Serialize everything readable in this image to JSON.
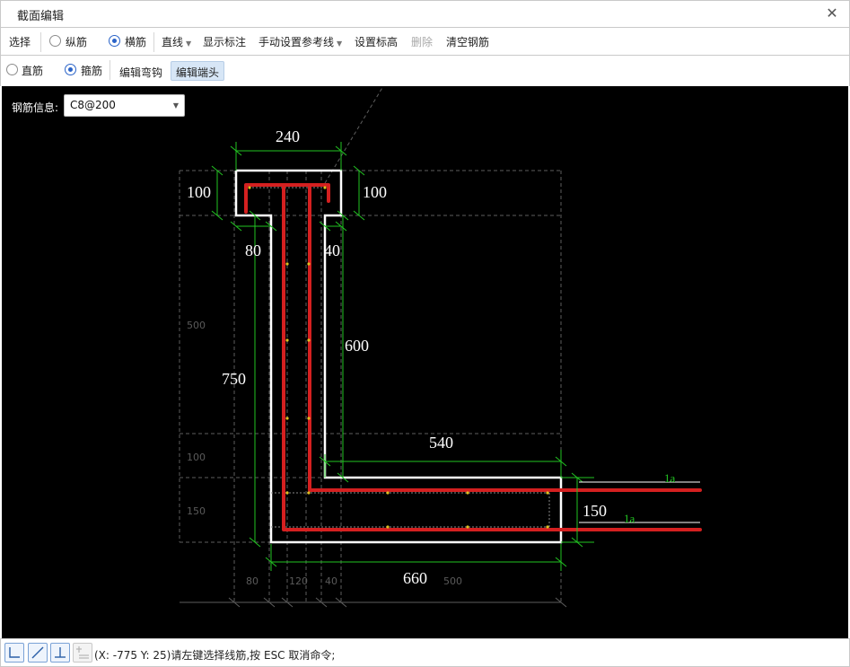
{
  "window": {
    "title": "截面编辑",
    "close_label": "✕"
  },
  "toolbar1": {
    "select_label": "选择",
    "longitudinal_label": "纵筋",
    "transverse_label": "横筋",
    "line_label": "直线",
    "show_dims_label": "显示标注",
    "manual_ref_label": "手动设置参考线",
    "set_elevation_label": "设置标高",
    "delete_label": "删除",
    "clear_rebar_label": "清空钢筋"
  },
  "toolbar2": {
    "straight_bar_label": "直筋",
    "stirrup_label": "箍筋",
    "edit_hook_label": "编辑弯钩",
    "edit_end_label": "编辑端头"
  },
  "canvas": {
    "rebar_info_label": "钢筋信息:",
    "rebar_info_value": "C8@200",
    "dims": {
      "d240": "240",
      "d100_left": "100",
      "d100_right": "100",
      "d80": "80",
      "d40": "40",
      "d600": "600",
      "d750": "750",
      "d540": "540",
      "d150": "150",
      "d660": "660",
      "la_top": "1a",
      "la_bottom": "1a",
      "ref_500_left": "500",
      "ref_100_left": "100",
      "ref_150_left": "150",
      "ref_80_bottom": "80",
      "ref_120_bottom": "120",
      "ref_40_bottom": "40",
      "ref_500_bottom": "500"
    },
    "colors": {
      "section": "#ffffff",
      "rebar": "#d42020",
      "dimension": "#22c322",
      "reference": "#6a6a6a",
      "point": "#d8c21a"
    }
  },
  "statusbar": {
    "coords_and_prompt": "(X: -775 Y: 25)请左键选择线筋,按 ESC 取消命令;",
    "mode_icons": [
      "orthogonal-mode-icon",
      "oblique-mode-icon",
      "perpendicular-mode-icon",
      "offset-mode-icon"
    ]
  }
}
